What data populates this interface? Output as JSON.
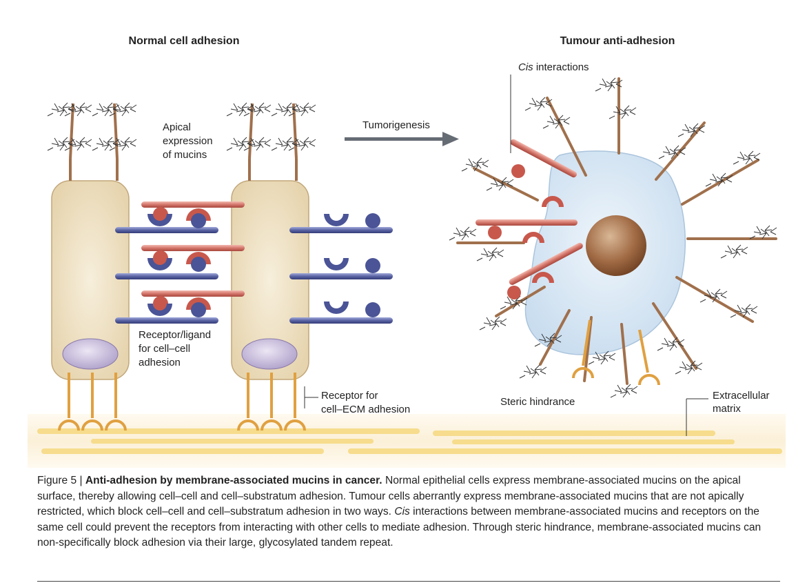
{
  "left_title": "Normal cell adhesion",
  "right_title": "Tumour anti-adhesion",
  "labels": {
    "apical": [
      "Apical",
      "expression",
      "of mucins"
    ],
    "receptor_ligand": [
      "Receptor/ligand",
      "for cell–cell",
      "adhesion"
    ],
    "receptor_ecm": [
      "Receptor for",
      "cell–ECM adhesion"
    ],
    "tumorigenesis": "Tumorigenesis",
    "cis_italic": "Cis",
    "cis_rest": " interactions",
    "steric": "Steric hindrance",
    "ecm": [
      "Extracellular",
      "matrix"
    ]
  },
  "caption": {
    "figure_label": "Figure 5 | ",
    "bold_title": "Anti-adhesion by membrane-associated mucins in cancer.",
    "text_1": " Normal epithelial cells express membrane-associated mucins on the apical surface, thereby allowing  cell–cell and  cell–substratum adhesion. Tumour cells aberrantly express membrane-associated mucins that are not apically restricted, which block cell–cell and  cell–substratum adhesion in two ways. ",
    "italic_cis": "Cis",
    "text_2": " interactions between membrane-associated mucins and receptors on the same cell could prevent the receptors from interacting with other cells to mediate adhesion. Through steric hindrance, membrane-associated mucins can non-specifically block adhesion via their large, glycosylated tandem repeat."
  },
  "colors": {
    "cell_fill": "#efe3c8",
    "cell_edge": "#c2a77a",
    "nucleus_normal": "#c8bcdc",
    "tumour_cell": "#d8e8f4",
    "tumour_nucleus": "#a06a44",
    "mucin_stalk": "#a0704c",
    "receptor_bar": "#d47c72",
    "ligand_bar": "#5a64a4",
    "ecm_receptor": "#e0a040",
    "ecm_band": "#f6dc8c"
  }
}
